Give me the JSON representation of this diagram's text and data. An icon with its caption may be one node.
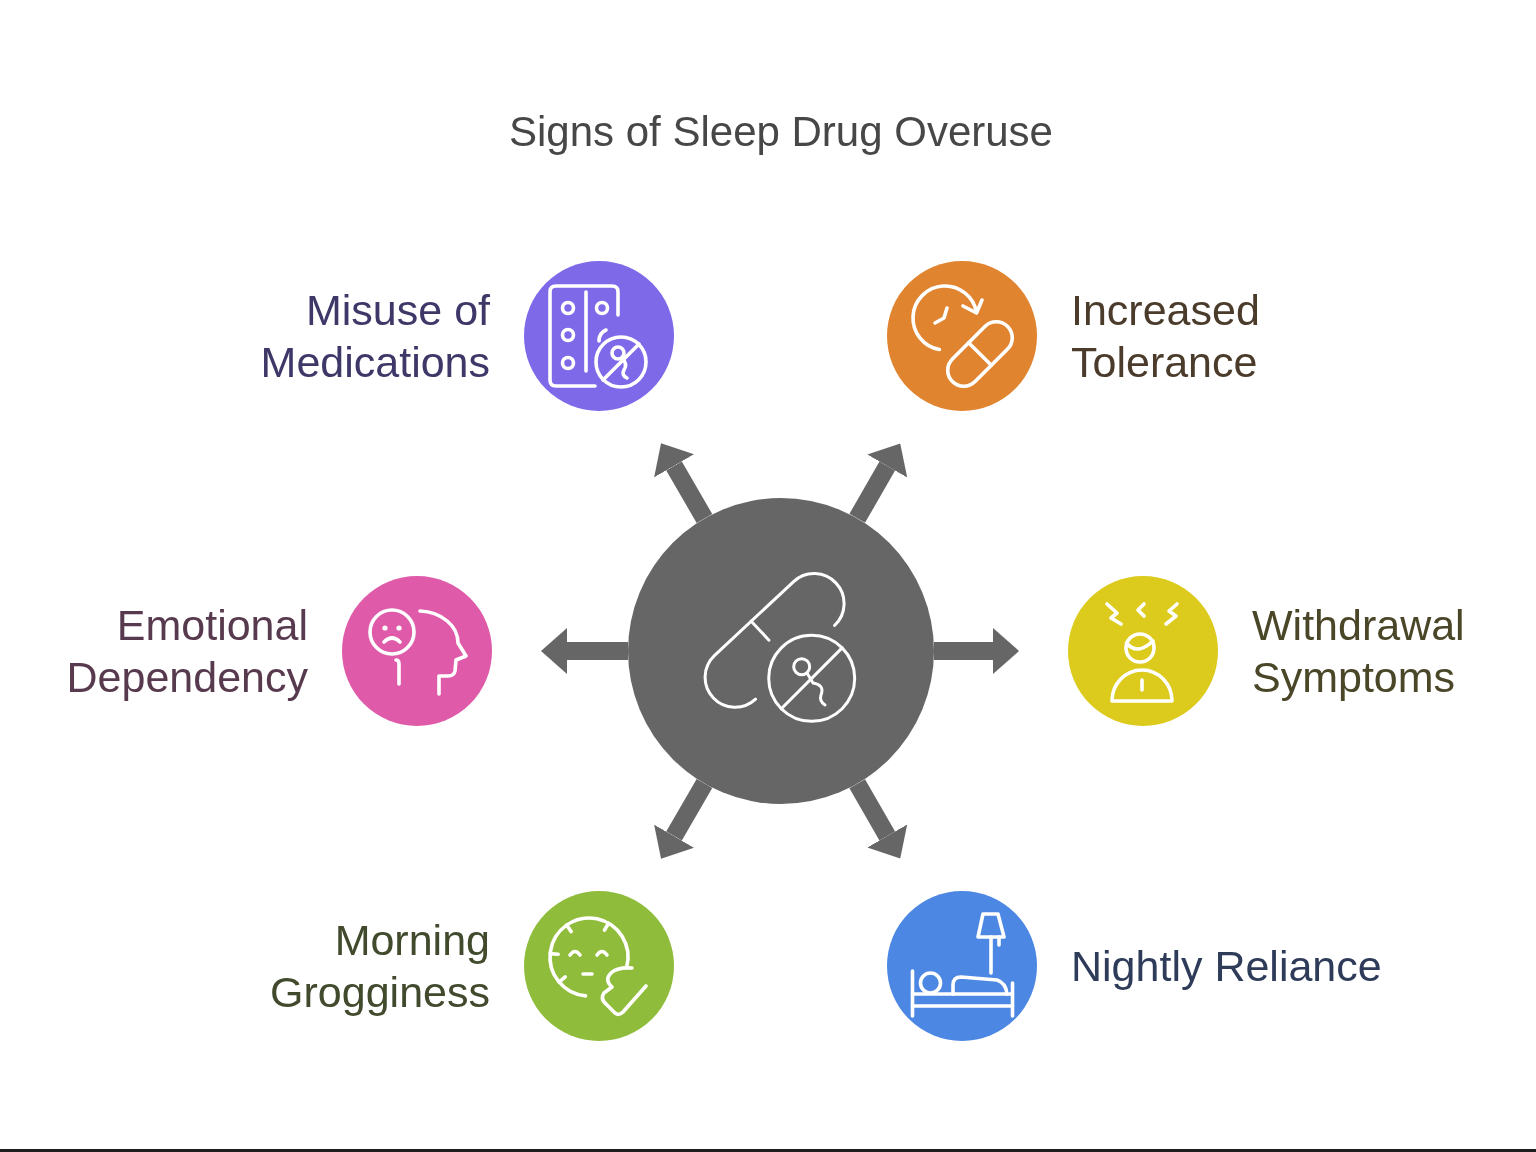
{
  "diagram": {
    "title": "Signs of Sleep Drug Overuse",
    "nodes": [
      {
        "text": [
          "Misuse of Medications"
        ]
      },
      {
        "text": [
          "Increased Tolerance"
        ]
      },
      {
        "text": [
          "Emotional Dependency"
        ]
      },
      {
        "text": [],
        "shape": "circle"
      },
      {
        "text": [
          "Withdrawal Symptoms"
        ]
      },
      {
        "text": [
          "Morning Grogginess"
        ]
      },
      {
        "text": [
          "Nightly Reliance"
        ]
      }
    ],
    "edges": [
      {
        "from": 3,
        "to": 0,
        "arrow": "to"
      },
      {
        "from": 3,
        "to": 1,
        "arrow": "to"
      },
      {
        "from": 3,
        "to": 2,
        "arrow": "to"
      },
      {
        "from": 3,
        "to": 4,
        "arrow": "to"
      },
      {
        "from": 3,
        "to": 5,
        "arrow": "to"
      },
      {
        "from": 3,
        "to": 6,
        "arrow": "to"
      }
    ]
  }
}
